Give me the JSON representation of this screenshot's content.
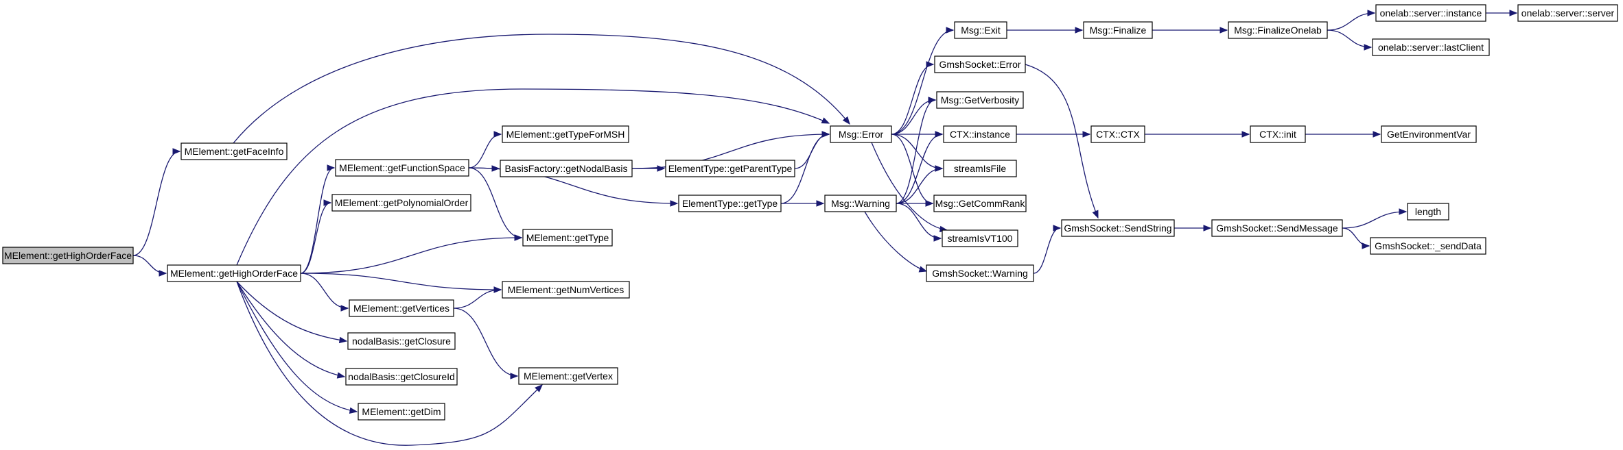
{
  "nodes": [
    {
      "id": "n0",
      "label": "MElement::getHighOrderFace",
      "highlighted": true
    },
    {
      "id": "n1",
      "label": "MElement::getFaceInfo"
    },
    {
      "id": "n2",
      "label": "MElement::getHighOrderFace"
    },
    {
      "id": "n3",
      "label": "Msg::Error"
    },
    {
      "id": "n4",
      "label": "MElement::getFunctionSpace"
    },
    {
      "id": "n5",
      "label": "MElement::getTypeForMSH"
    },
    {
      "id": "n6",
      "label": "BasisFactory::getNodalBasis"
    },
    {
      "id": "n7",
      "label": "ElementType::getParentType"
    },
    {
      "id": "n8",
      "label": "ElementType::getType"
    },
    {
      "id": "n9",
      "label": "MElement::getType"
    },
    {
      "id": "n10",
      "label": "MElement::getPolynomialOrder"
    },
    {
      "id": "n11",
      "label": "MElement::getNumVertices"
    },
    {
      "id": "n12",
      "label": "MElement::getVertices"
    },
    {
      "id": "n13",
      "label": "MElement::getVertex"
    },
    {
      "id": "n14",
      "label": "nodalBasis::getClosure"
    },
    {
      "id": "n15",
      "label": "nodalBasis::getClosureId"
    },
    {
      "id": "n16",
      "label": "MElement::getDim"
    },
    {
      "id": "n17",
      "label": "Msg::Exit"
    },
    {
      "id": "n18",
      "label": "Msg::Finalize"
    },
    {
      "id": "n19",
      "label": "Msg::FinalizeOnelab"
    },
    {
      "id": "n20",
      "label": "onelab::server::instance"
    },
    {
      "id": "n21",
      "label": "onelab::server::server"
    },
    {
      "id": "n22",
      "label": "onelab::server::lastClient"
    },
    {
      "id": "n23",
      "label": "GmshSocket::Error"
    },
    {
      "id": "n24",
      "label": "Msg::GetVerbosity"
    },
    {
      "id": "n25",
      "label": "CTX::instance"
    },
    {
      "id": "n26",
      "label": "CTX::CTX"
    },
    {
      "id": "n27",
      "label": "CTX::init"
    },
    {
      "id": "n28",
      "label": "GetEnvironmentVar"
    },
    {
      "id": "n29",
      "label": "streamIsFile"
    },
    {
      "id": "n30",
      "label": "Msg::GetCommRank"
    },
    {
      "id": "n31",
      "label": "streamIsVT100"
    },
    {
      "id": "n32",
      "label": "Msg::Warning"
    },
    {
      "id": "n33",
      "label": "GmshSocket::SendString"
    },
    {
      "id": "n34",
      "label": "GmshSocket::SendMessage"
    },
    {
      "id": "n35",
      "label": "length"
    },
    {
      "id": "n36",
      "label": "GmshSocket::_sendData"
    },
    {
      "id": "n37",
      "label": "GmshSocket::Warning"
    }
  ],
  "edges": [
    {
      "from": "n0",
      "to": "n1"
    },
    {
      "from": "n0",
      "to": "n2"
    },
    {
      "from": "n1",
      "to": "n3"
    },
    {
      "from": "n2",
      "to": "n3"
    },
    {
      "from": "n2",
      "to": "n4"
    },
    {
      "from": "n2",
      "to": "n10"
    },
    {
      "from": "n2",
      "to": "n9"
    },
    {
      "from": "n2",
      "to": "n11"
    },
    {
      "from": "n2",
      "to": "n12"
    },
    {
      "from": "n2",
      "to": "n14"
    },
    {
      "from": "n2",
      "to": "n15"
    },
    {
      "from": "n2",
      "to": "n16"
    },
    {
      "from": "n2",
      "to": "n13"
    },
    {
      "from": "n4",
      "to": "n5"
    },
    {
      "from": "n4",
      "to": "n6"
    },
    {
      "from": "n4",
      "to": "n8"
    },
    {
      "from": "n4",
      "to": "n9"
    },
    {
      "from": "n6",
      "to": "n3"
    },
    {
      "from": "n6",
      "to": "n7"
    },
    {
      "from": "n7",
      "to": "n3"
    },
    {
      "from": "n8",
      "to": "n3"
    },
    {
      "from": "n8",
      "to": "n32"
    },
    {
      "from": "n12",
      "to": "n11"
    },
    {
      "from": "n12",
      "to": "n13"
    },
    {
      "from": "n3",
      "to": "n17"
    },
    {
      "from": "n3",
      "to": "n23"
    },
    {
      "from": "n3",
      "to": "n24"
    },
    {
      "from": "n3",
      "to": "n25"
    },
    {
      "from": "n3",
      "to": "n29"
    },
    {
      "from": "n3",
      "to": "n30"
    },
    {
      "from": "n3",
      "to": "n31"
    },
    {
      "from": "n17",
      "to": "n18"
    },
    {
      "from": "n18",
      "to": "n19"
    },
    {
      "from": "n19",
      "to": "n20"
    },
    {
      "from": "n19",
      "to": "n22"
    },
    {
      "from": "n20",
      "to": "n21"
    },
    {
      "from": "n23",
      "to": "n33"
    },
    {
      "from": "n25",
      "to": "n26"
    },
    {
      "from": "n26",
      "to": "n27"
    },
    {
      "from": "n27",
      "to": "n28"
    },
    {
      "from": "n32",
      "to": "n24"
    },
    {
      "from": "n32",
      "to": "n25"
    },
    {
      "from": "n32",
      "to": "n29"
    },
    {
      "from": "n32",
      "to": "n30"
    },
    {
      "from": "n32",
      "to": "n31"
    },
    {
      "from": "n32",
      "to": "n37"
    },
    {
      "from": "n33",
      "to": "n34"
    },
    {
      "from": "n34",
      "to": "n35"
    },
    {
      "from": "n34",
      "to": "n36"
    },
    {
      "from": "n37",
      "to": "n33"
    }
  ],
  "colors": {
    "edge": "#191970",
    "node_fill": "#ffffff",
    "node_highlight_fill": "#bfbfbf",
    "node_border": "#000000"
  }
}
